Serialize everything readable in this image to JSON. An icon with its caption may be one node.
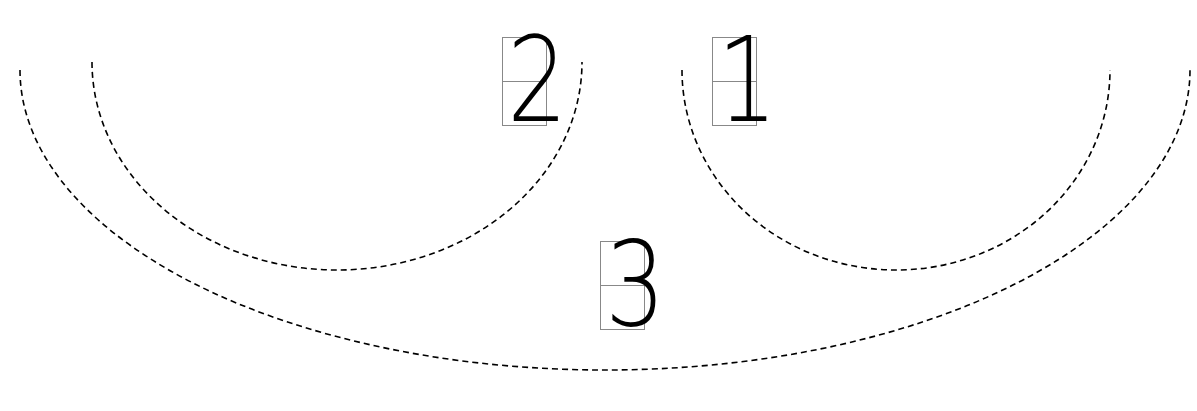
{
  "diagram": {
    "nodes": [
      {
        "text": [
          "2"
        ]
      },
      {
        "text": [
          "1"
        ]
      },
      {
        "text": [
          "3"
        ]
      }
    ]
  }
}
